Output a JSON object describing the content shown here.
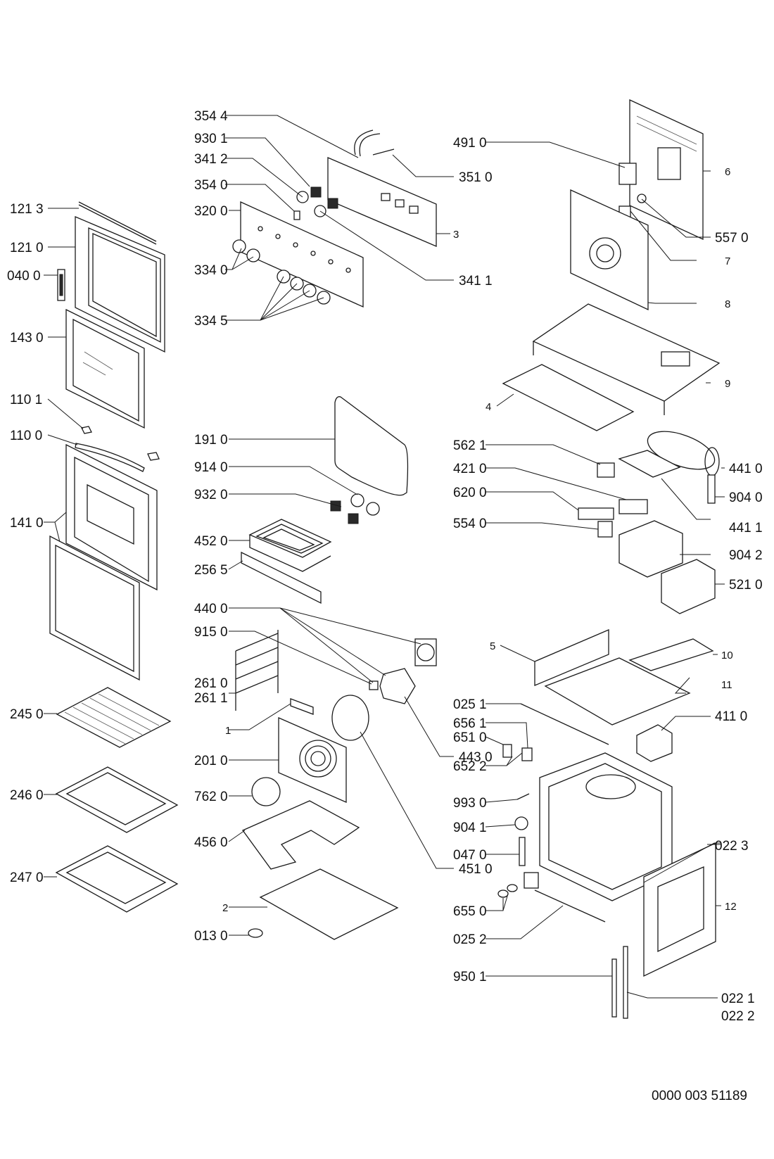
{
  "labels": {
    "l3544": "354 4",
    "l9301": "930 1",
    "l3412": "341 2",
    "l3540": "354 0",
    "l3200": "320 0",
    "l3340": "334 0",
    "l3345": "334 5",
    "l3510": "351 0",
    "l3": "3",
    "l3411": "341 1",
    "l1213": "121 3",
    "l1210": "121 0",
    "l0400": "040 0",
    "l1430": "143 0",
    "l1101": "110 1",
    "l1100": "110 0",
    "l1410": "141 0",
    "l2450": "245 0",
    "l2460": "246 0",
    "l2470": "247 0",
    "l1910": "191 0",
    "l9140": "914 0",
    "l9320": "932 0",
    "l4520": "452 0",
    "l2565": "256 5",
    "l4400": "440 0",
    "l9150": "915 0",
    "l2610": "261 0",
    "l2611": "261 1",
    "l1": "1",
    "l2010": "201 0",
    "l7620": "762 0",
    "l4560": "456 0",
    "l2": "2",
    "l0130": "013 0",
    "l4430": "443 0",
    "l4510": "451 0",
    "l4910": "491 0",
    "l6": "6",
    "l5570": "557 0",
    "l7": "7",
    "l8": "8",
    "l9": "9",
    "l4": "4",
    "l5621": "562 1",
    "l4210": "421 0",
    "l6200": "620 0",
    "l5540": "554 0",
    "l4410": "441 0",
    "l9040": "904 0",
    "l4411": "441 1",
    "l9042": "904 2",
    "l5210": "521 0",
    "l5": "5",
    "l10": "10",
    "l11": "11",
    "l0251": "025 1",
    "l4110": "411 0",
    "l6561": "656 1",
    "l6510": "651 0",
    "l6522": "652 2",
    "l9930": "993 0",
    "l9041": "904 1",
    "l0470": "047 0",
    "l0223": "022 3",
    "l12": "12",
    "l6550": "655 0",
    "l0252": "025 2",
    "l9501": "950 1",
    "l0221": "022 1",
    "l0222": "022 2",
    "docnum": "0000 003 51189"
  }
}
